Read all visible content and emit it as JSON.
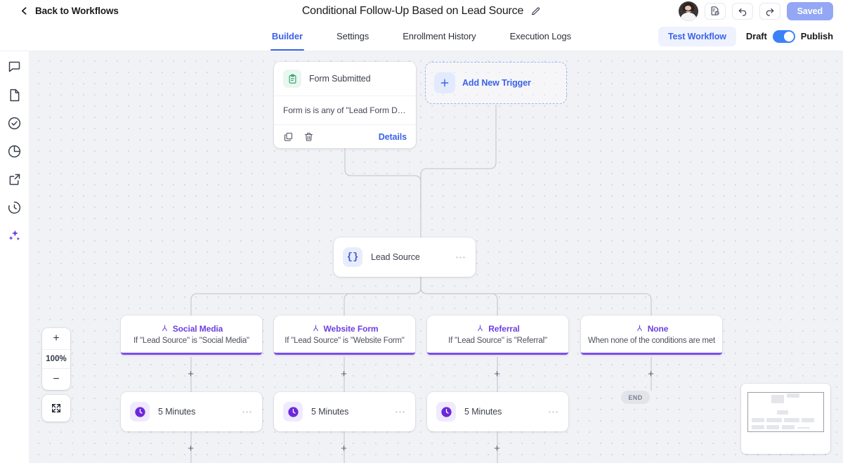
{
  "topbar": {
    "back_label": "Back to Workflows",
    "back_icon": "chevron-left-icon",
    "workflow_title": "Conditional Follow-Up Based on Lead Source",
    "edit_icon": "pencil-icon",
    "avatar": "user-avatar",
    "version_icon": "document-history-icon",
    "undo_icon": "undo-icon",
    "redo_icon": "redo-icon",
    "saved_label": "Saved",
    "saved_color": "#93a7f4"
  },
  "tabbar": {
    "tabs": [
      {
        "label": "Builder",
        "active": true
      },
      {
        "label": "Settings",
        "active": false
      },
      {
        "label": "Enrollment History",
        "active": false
      },
      {
        "label": "Execution Logs",
        "active": false
      }
    ],
    "test_workflow_label": "Test Workflow",
    "draft_label": "Draft",
    "publish_label": "Publish",
    "toggle_on": true,
    "accent_color": "#3b63e8"
  },
  "rail": {
    "items": [
      {
        "icon": "chat-bubble-icon"
      },
      {
        "icon": "file-icon"
      },
      {
        "icon": "check-circle-icon"
      },
      {
        "icon": "pie-chart-icon"
      },
      {
        "icon": "external-link-icon"
      },
      {
        "icon": "clock-history-icon"
      },
      {
        "icon": "sparkle-ai-icon"
      }
    ]
  },
  "canvas": {
    "trigger_card": {
      "icon": "clipboard-icon",
      "title": "Form Submitted",
      "condition": "Form is is any of \"Lead Form Digital ...",
      "copy_icon": "copy-icon",
      "delete_icon": "trash-icon",
      "details_label": "Details"
    },
    "add_trigger": {
      "plus_icon": "plus-icon",
      "label": "Add New Trigger"
    },
    "lead_source_node": {
      "icon": "curly-braces-icon",
      "label": "Lead Source",
      "menu_icon": "ellipsis-icon"
    },
    "branches": [
      {
        "title": "Social Media",
        "condition": "If \"Lead Source\" is \"Social Media\"",
        "icon": "branch-icon"
      },
      {
        "title": "Website Form",
        "condition": "If \"Lead Source\" is \"Website Form\"",
        "icon": "branch-icon"
      },
      {
        "title": "Referral",
        "condition": "If \"Lead Source\" is \"Referral\"",
        "icon": "branch-icon"
      },
      {
        "title": "None",
        "condition": "When none of the conditions are met",
        "icon": "branch-icon"
      }
    ],
    "branch_accent": "#7c4df0",
    "wait_nodes": [
      {
        "icon": "clock-icon",
        "label": "5 Minutes",
        "menu_icon": "ellipsis-icon"
      },
      {
        "icon": "clock-icon",
        "label": "5 Minutes",
        "menu_icon": "ellipsis-icon"
      },
      {
        "icon": "clock-icon",
        "label": "5 Minutes",
        "menu_icon": "ellipsis-icon"
      }
    ],
    "end_label": "END",
    "add_step_icon": "plus-icon"
  },
  "zoom_controls": {
    "zoom_in_label": "+",
    "zoom_level": "100%",
    "zoom_out_label": "−",
    "fit_icon": "fullscreen-icon"
  },
  "minimap": {
    "name": "canvas-minimap"
  }
}
